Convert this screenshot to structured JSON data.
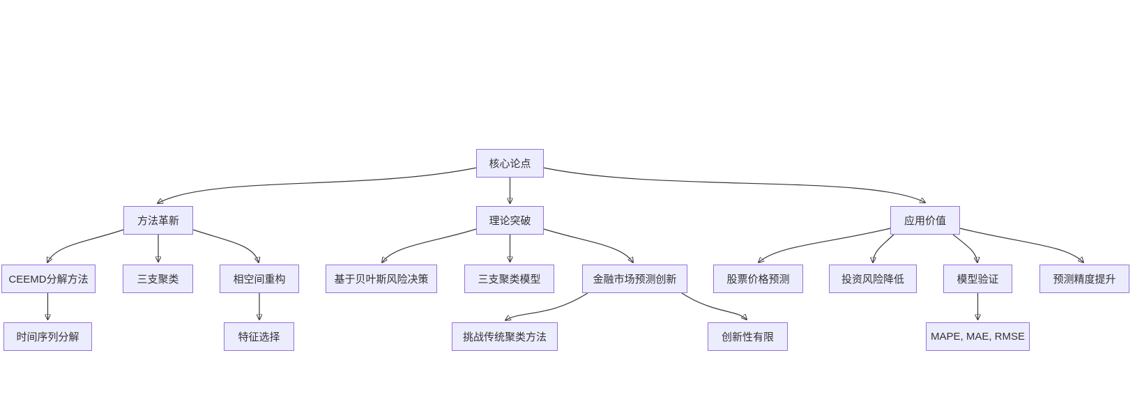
{
  "diagram": {
    "type": "flowchart-top-down",
    "nodes": [
      {
        "id": "root",
        "label": "核心论点"
      },
      {
        "id": "method-innovation",
        "label": "方法革新"
      },
      {
        "id": "theory-breakthrough",
        "label": "理论突破"
      },
      {
        "id": "application-value",
        "label": "应用价值"
      },
      {
        "id": "ceemd",
        "label": "CEEMD分解方法"
      },
      {
        "id": "three-way-clustering",
        "label": "三支聚类"
      },
      {
        "id": "phase-space",
        "label": "相空间重构"
      },
      {
        "id": "bayes-risk",
        "label": "基于贝叶斯风险决策"
      },
      {
        "id": "three-way-model",
        "label": "三支聚类模型"
      },
      {
        "id": "financial-innovation",
        "label": "金融市场预测创新"
      },
      {
        "id": "stock-prediction",
        "label": "股票价格预测"
      },
      {
        "id": "risk-reduction",
        "label": "投资风险降低"
      },
      {
        "id": "model-validation",
        "label": "模型验证"
      },
      {
        "id": "accuracy-improvement",
        "label": "预测精度提升"
      },
      {
        "id": "time-series",
        "label": "时间序列分解"
      },
      {
        "id": "feature-selection",
        "label": "特征选择"
      },
      {
        "id": "challenge-traditional",
        "label": "挑战传统聚类方法"
      },
      {
        "id": "limited-innovation",
        "label": "创新性有限"
      },
      {
        "id": "metrics",
        "label": "MAPE, MAE, RMSE"
      }
    ],
    "edges": [
      {
        "from": "root",
        "to": "method-innovation"
      },
      {
        "from": "root",
        "to": "theory-breakthrough"
      },
      {
        "from": "root",
        "to": "application-value"
      },
      {
        "from": "method-innovation",
        "to": "ceemd"
      },
      {
        "from": "method-innovation",
        "to": "three-way-clustering"
      },
      {
        "from": "method-innovation",
        "to": "phase-space"
      },
      {
        "from": "theory-breakthrough",
        "to": "bayes-risk"
      },
      {
        "from": "theory-breakthrough",
        "to": "three-way-model"
      },
      {
        "from": "theory-breakthrough",
        "to": "financial-innovation"
      },
      {
        "from": "application-value",
        "to": "stock-prediction"
      },
      {
        "from": "application-value",
        "to": "risk-reduction"
      },
      {
        "from": "application-value",
        "to": "model-validation"
      },
      {
        "from": "application-value",
        "to": "accuracy-improvement"
      },
      {
        "from": "ceemd",
        "to": "time-series"
      },
      {
        "from": "phase-space",
        "to": "feature-selection"
      },
      {
        "from": "financial-innovation",
        "to": "challenge-traditional"
      },
      {
        "from": "financial-innovation",
        "to": "limited-innovation"
      },
      {
        "from": "model-validation",
        "to": "metrics"
      }
    ]
  },
  "colors": {
    "node-fill": "#ECECFF",
    "node-border": "#9370DB",
    "edge": "#333333",
    "text": "#333333",
    "background": "#ffffff"
  }
}
